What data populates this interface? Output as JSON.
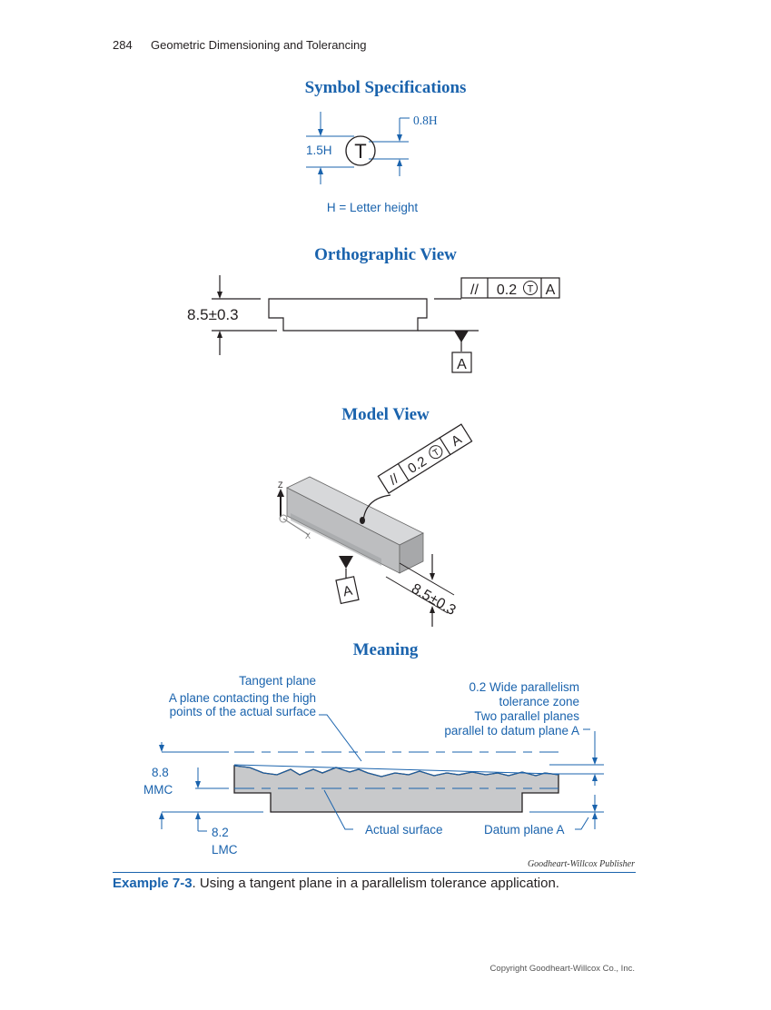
{
  "header": {
    "page_number": "284",
    "running_title": "Geometric Dimensioning and Tolerancing"
  },
  "sections": {
    "symbol_specs": "Symbol Specifications",
    "orthographic": "Orthographic View",
    "model": "Model View",
    "meaning": "Meaning"
  },
  "symbol_spec": {
    "dim_08": "0.8H",
    "dim_15": "1.5H",
    "symbol_letter": "T",
    "note": "H = Letter height"
  },
  "ortho": {
    "dimension": "8.5±0.3",
    "fcf_symbol": "//",
    "fcf_tolerance": "0.2",
    "fcf_modifier": "T",
    "fcf_datum": "A",
    "datum_label": "A"
  },
  "model": {
    "axis_z": "Z",
    "axis_x": "X",
    "dimension": "8.5±0.3",
    "fcf_symbol": "//",
    "fcf_tolerance": "0.2",
    "fcf_modifier": "T",
    "fcf_datum": "A",
    "datum_label": "A"
  },
  "meaning": {
    "tangent_title": "Tangent plane",
    "tangent_desc_1": "A plane contacting the high",
    "tangent_desc_2": "points of the actual surface",
    "zone_1": "0.2 Wide parallelism",
    "zone_2": "tolerance zone",
    "zone_3": "Two parallel planes",
    "zone_4": "parallel to datum plane A",
    "mmc_value": "8.8",
    "mmc_label": "MMC",
    "lmc_value": "8.2",
    "lmc_label": "LMC",
    "actual_surface": "Actual surface",
    "datum_plane": "Datum plane A"
  },
  "credit": "Goodheart-Willcox Publisher",
  "caption": {
    "label": "Example 7-3",
    "text": ". Using a tangent plane in a parallelism tolerance application."
  },
  "copyright": "Copyright Goodheart-Willcox Co., Inc.",
  "colors": {
    "accent_blue": "#1a63ad",
    "part_gray": "#c8c9cb",
    "ink": "#231f20"
  }
}
